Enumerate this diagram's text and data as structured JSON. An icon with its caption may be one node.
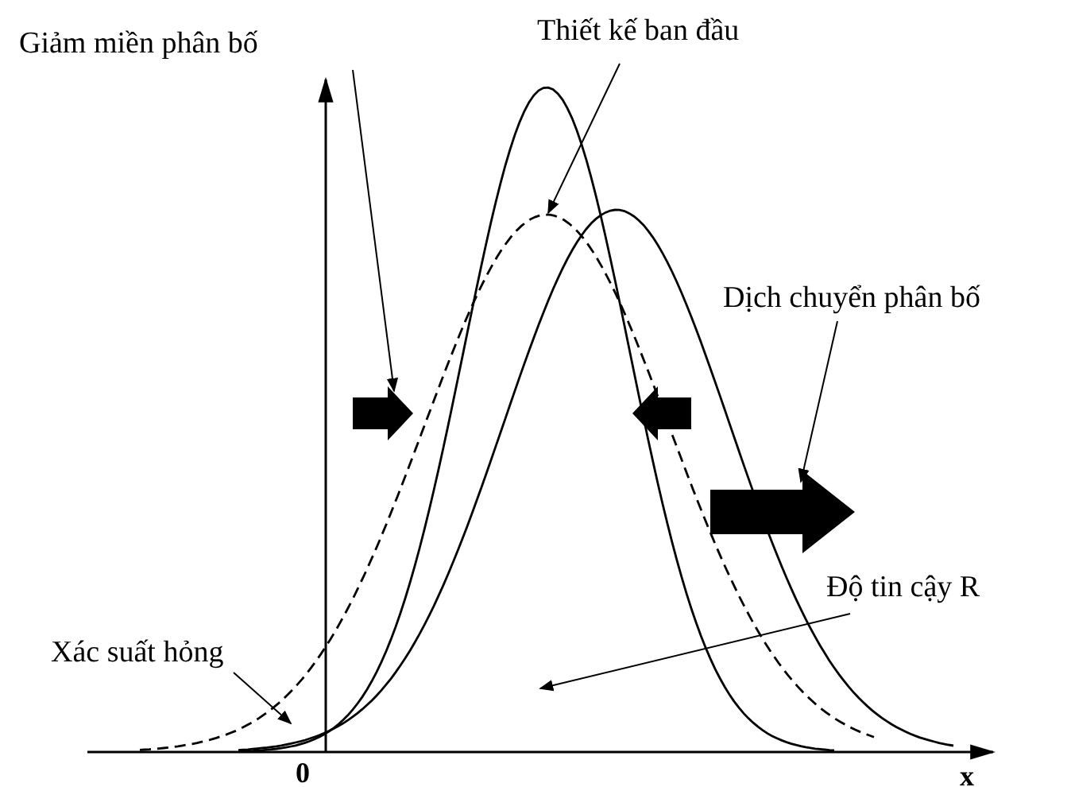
{
  "diagram": {
    "nodes": [
      {
        "text": [
          "Giảm miền phân bố"
        ]
      },
      {
        "text": [
          "Thiết kế ban đầu"
        ]
      },
      {
        "text": [
          "Dịch chuyển phân bố"
        ]
      },
      {
        "text": [
          "Độ tin cậy R"
        ]
      },
      {
        "text": [
          "Xác suất hỏng"
        ]
      }
    ],
    "edges": [
      {
        "from": 0,
        "to": null,
        "arrow": "to"
      },
      {
        "from": 1,
        "to": null,
        "arrow": "to"
      },
      {
        "from": 2,
        "to": null,
        "arrow": "to"
      },
      {
        "from": 3,
        "to": null,
        "arrow": "to"
      },
      {
        "from": 4,
        "to": null,
        "arrow": "to"
      }
    ],
    "labels": [
      "0",
      "x"
    ]
  }
}
